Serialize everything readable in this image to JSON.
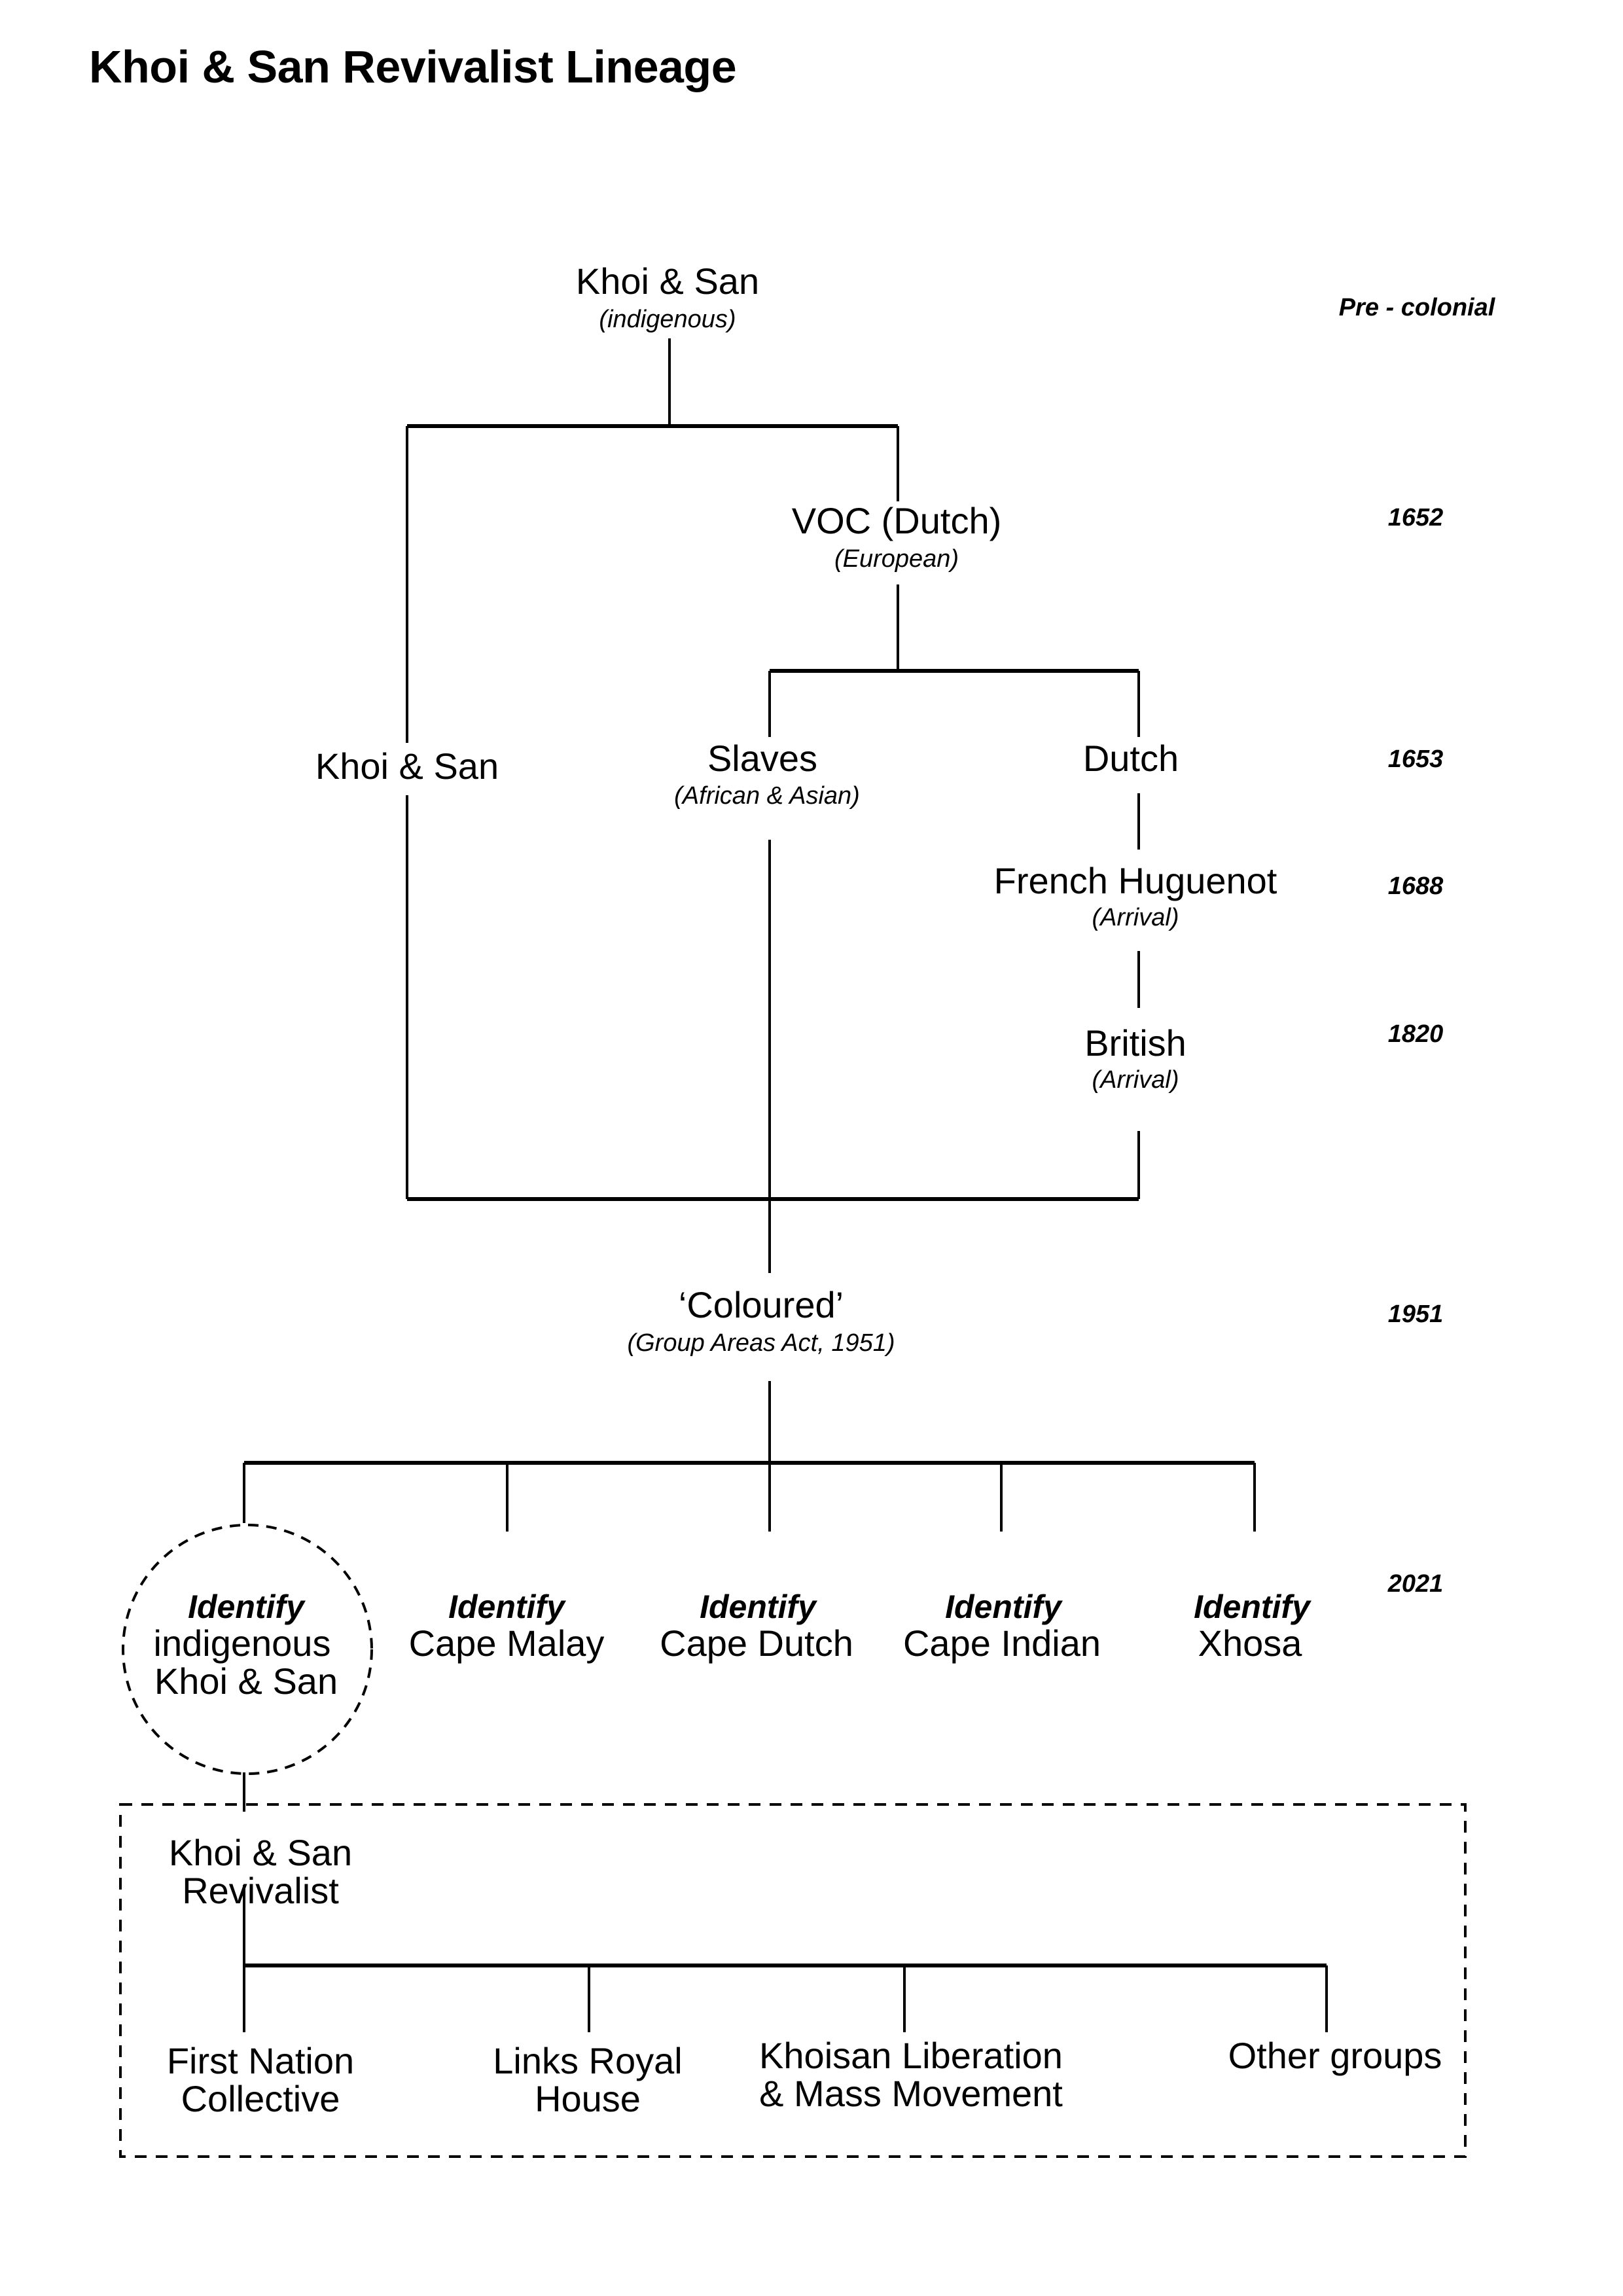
{
  "title": "Khoi & San Revivalist Lineage",
  "timeline": {
    "pre_colonial": "Pre - colonial",
    "y1652": "1652",
    "y1653": "1653",
    "y1688": "1688",
    "y1820": "1820",
    "y1951": "1951",
    "y2021": "2021"
  },
  "nodes": {
    "root": {
      "label": "Khoi & San",
      "sub": "(indigenous)"
    },
    "voc": {
      "label": "VOC (Dutch)",
      "sub": "(European)"
    },
    "khoi_san": {
      "label": "Khoi & San"
    },
    "slaves": {
      "label": "Slaves",
      "sub": "(African & Asian)"
    },
    "dutch": {
      "label": "Dutch"
    },
    "huguenot": {
      "label": "French Huguenot",
      "sub": "(Arrival)"
    },
    "british": {
      "label": "British",
      "sub": "(Arrival)"
    },
    "coloured": {
      "label": "‘Coloured’",
      "sub": "(Group Areas Act, 1951)"
    }
  },
  "identities": [
    {
      "prefix": "Identify",
      "line1": "indigenous",
      "line2": "Khoi & San"
    },
    {
      "prefix": "Identify",
      "line1": "Cape Malay"
    },
    {
      "prefix": "Identify",
      "line1": "Cape Dutch"
    },
    {
      "prefix": "Identify",
      "line1": "Cape Indian"
    },
    {
      "prefix": "Identify",
      "line1": "Xhosa"
    }
  ],
  "revivalist": {
    "line1": "Khoi & San",
    "line2": "Revivalist"
  },
  "groups": [
    {
      "line1": "First Nation",
      "line2": "Collective"
    },
    {
      "line1": "Links Royal",
      "line2": "House"
    },
    {
      "line1": "Khoisan Liberation",
      "line2": "& Mass Movement"
    },
    {
      "line1": "Other groups"
    }
  ]
}
